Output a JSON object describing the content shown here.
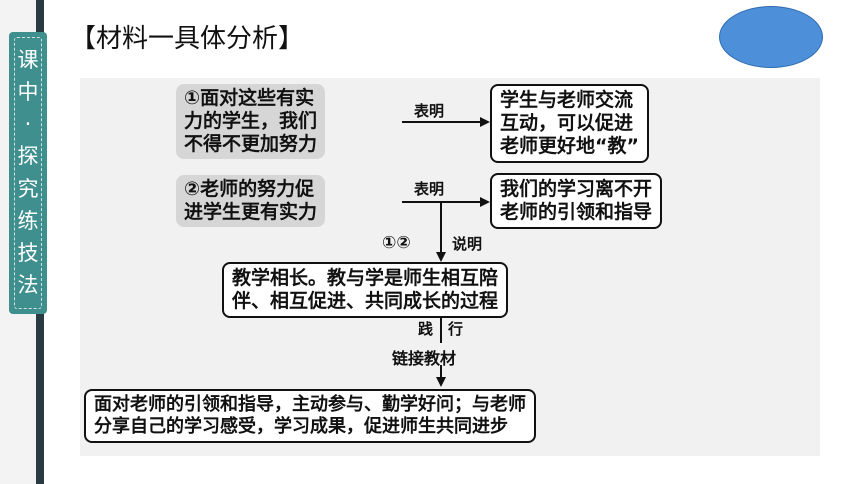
{
  "title": "【材料一具体分析】",
  "side_tab": {
    "chars": [
      "课",
      "中",
      "·",
      "探",
      "究",
      "练",
      "技",
      "法"
    ]
  },
  "diagram": {
    "nodes": {
      "a1": [
        "①面对这些有实",
        "力的学生，我们",
        "不得不更加努力"
      ],
      "b1": [
        "学生与老师交流",
        "互动，可以促进",
        "老师更好地“教”"
      ],
      "a2": [
        "②老师的努力促",
        "进学生更有实力"
      ],
      "b2": [
        "我们的学习离不开",
        "老师的引领和指导"
      ],
      "c": [
        "教学相长。教与学是师生相互陪",
        "伴、相互促进、共同成长的过程"
      ],
      "d": [
        "面对老师的引领和指导，主动参与、勤学好问；与老师",
        "分享自己的学习感受，学习成果，促进师生共同进步"
      ]
    },
    "edges": {
      "e1": "表明",
      "e2": "表明",
      "e3_nums": "①②",
      "e3": "说明",
      "e4_a": "践",
      "e4_b": "行",
      "e5": "链接教材"
    }
  },
  "colors": {
    "side_tab": "#3e8f8d",
    "ellipse": "#4d8fd8",
    "panel": "#f1f1f1",
    "grey_box": "#d6d6d6"
  }
}
